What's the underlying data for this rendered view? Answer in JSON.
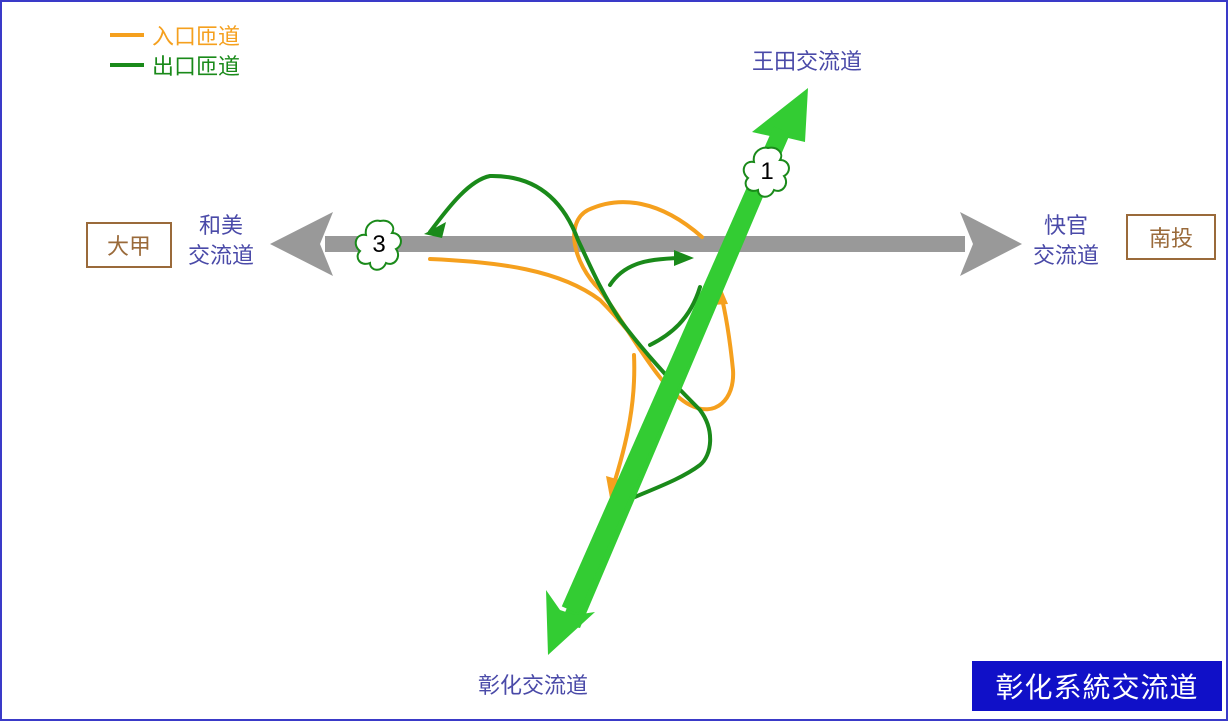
{
  "legend": {
    "entrance": {
      "label": "入口匝道",
      "color": "#f5a01e"
    },
    "exit": {
      "label": "出口匝道",
      "color": "#1a8a1a"
    }
  },
  "roads": {
    "north": "王田交流道",
    "south": "彰化交流道",
    "west_line1": "和美",
    "west_line2": "交流道",
    "east_line1": "快官",
    "east_line2": "交流道"
  },
  "destinations": {
    "west": "大甲",
    "east": "南投"
  },
  "route_shields": {
    "north_south": "1",
    "east_west": "3"
  },
  "colors": {
    "freeway_1": "#33cc33",
    "freeway_3": "#999999",
    "entrance_ramp": "#f5a01e",
    "exit_ramp": "#1a8a1a",
    "label_text": "#4a4aa8",
    "destination_box": "#9a6a3a",
    "title_bg": "#1010c8"
  },
  "title": "彰化系統交流道"
}
